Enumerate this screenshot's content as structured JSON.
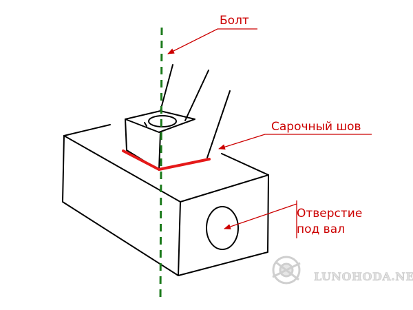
{
  "labels": {
    "bolt": "Болт",
    "weld": "Сарочный шов",
    "hole_line1": "Отверстие",
    "hole_line2": "под вал"
  },
  "watermark": {
    "text": "LUNOHODA.NET"
  },
  "colors": {
    "line": "#000000",
    "label_text": "#cc0000",
    "leader": "#cc0000",
    "weld": "#e51919",
    "axis": "#1b7a1b",
    "watermark": "#cfcfcf"
  },
  "icons": {
    "watermark_emblem": "lunar-rover-emblem-icon"
  }
}
